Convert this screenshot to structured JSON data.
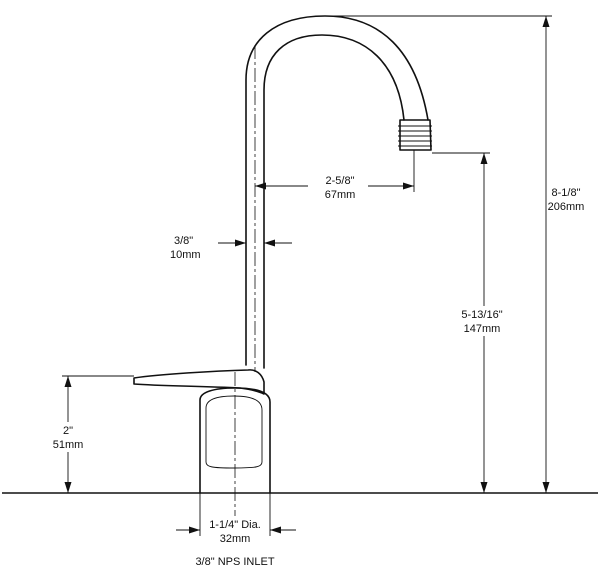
{
  "dimensions": {
    "overall_height": {
      "imperial": "8-1/8\"",
      "metric": "206mm"
    },
    "spout_height": {
      "imperial": "5-13/16\"",
      "metric": "147mm"
    },
    "spout_reach": {
      "imperial": "2-5/8\"",
      "metric": "67mm"
    },
    "tube_diameter": {
      "imperial": "3/8\"",
      "metric": "10mm"
    },
    "handle_height": {
      "imperial": "2\"",
      "metric": "51mm"
    },
    "base_diameter": {
      "imperial": "1-1/4\" Dia.",
      "metric": "32mm"
    }
  },
  "inlet_label": "3/8\" NPS INLET"
}
